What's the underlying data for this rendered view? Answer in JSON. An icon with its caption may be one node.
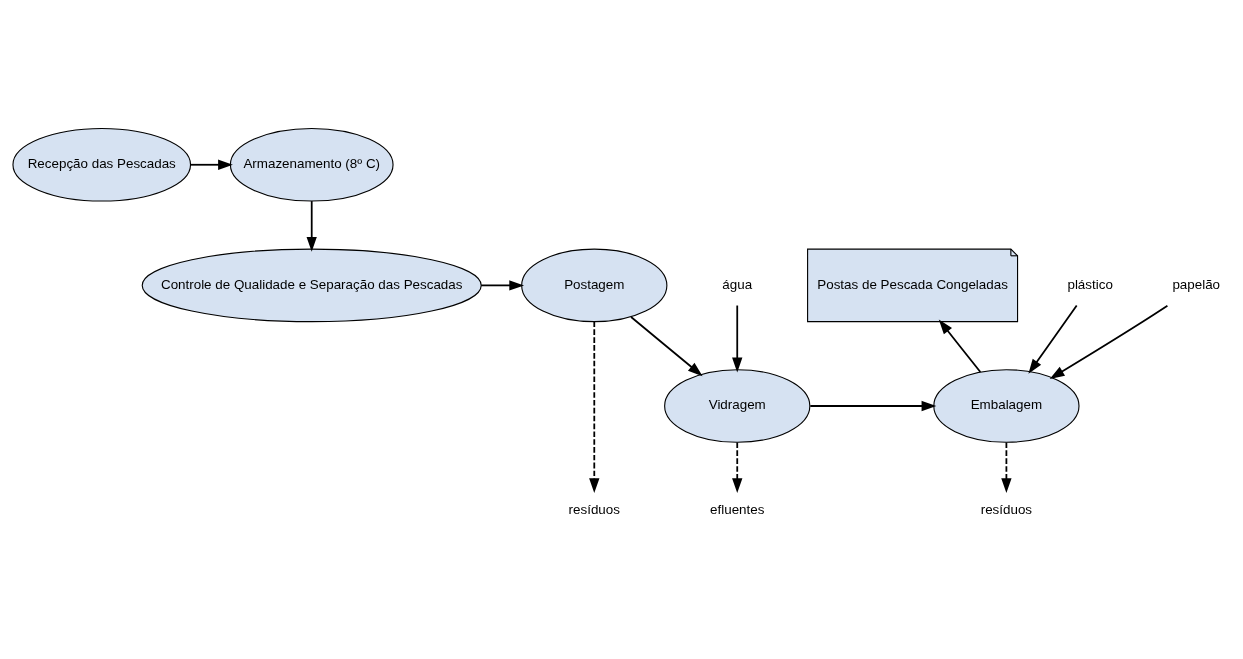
{
  "diagram": {
    "nodes": [
      {
        "text": [
          "Recepção das Pescadas"
        ]
      },
      {
        "text": [
          "Armazenamento (8º C)"
        ]
      },
      {
        "text": [
          "Controle de Qualidade e Separação das Pescadas"
        ]
      },
      {
        "text": [
          "Postagem"
        ]
      },
      {
        "text": [
          "Vidragem"
        ]
      },
      {
        "text": [
          "Embalagem"
        ]
      },
      {
        "text": [
          "Postas de Pescada Congeladas"
        ]
      },
      {
        "text": [
          "água"
        ]
      },
      {
        "text": [
          "plástico"
        ]
      },
      {
        "text": [
          "papelão"
        ]
      },
      {
        "text": [
          "efluentes"
        ]
      },
      {
        "text": [
          "resíduos"
        ]
      },
      {
        "text": [
          "resíduos"
        ]
      }
    ],
    "edges": [
      {
        "from": 0,
        "to": 1,
        "arrow": "to"
      },
      {
        "from": 1,
        "to": 2,
        "arrow": "to"
      },
      {
        "from": 2,
        "to": 3,
        "arrow": "to"
      },
      {
        "from": 3,
        "to": 4,
        "arrow": "to"
      },
      {
        "from": 7,
        "to": 4,
        "arrow": "to"
      },
      {
        "from": 4,
        "to": 5,
        "arrow": "to"
      },
      {
        "from": 8,
        "to": 5,
        "arrow": "to"
      },
      {
        "from": 9,
        "to": 5,
        "arrow": "to"
      },
      {
        "from": 5,
        "to": 6,
        "arrow": "to"
      },
      {
        "from": 4,
        "to": 10,
        "arrow": "to",
        "style": "dashed"
      },
      {
        "from": 3,
        "to": 11,
        "arrow": "to",
        "style": "dashed"
      },
      {
        "from": 5,
        "to": 12,
        "arrow": "to",
        "style": "dashed"
      }
    ]
  }
}
